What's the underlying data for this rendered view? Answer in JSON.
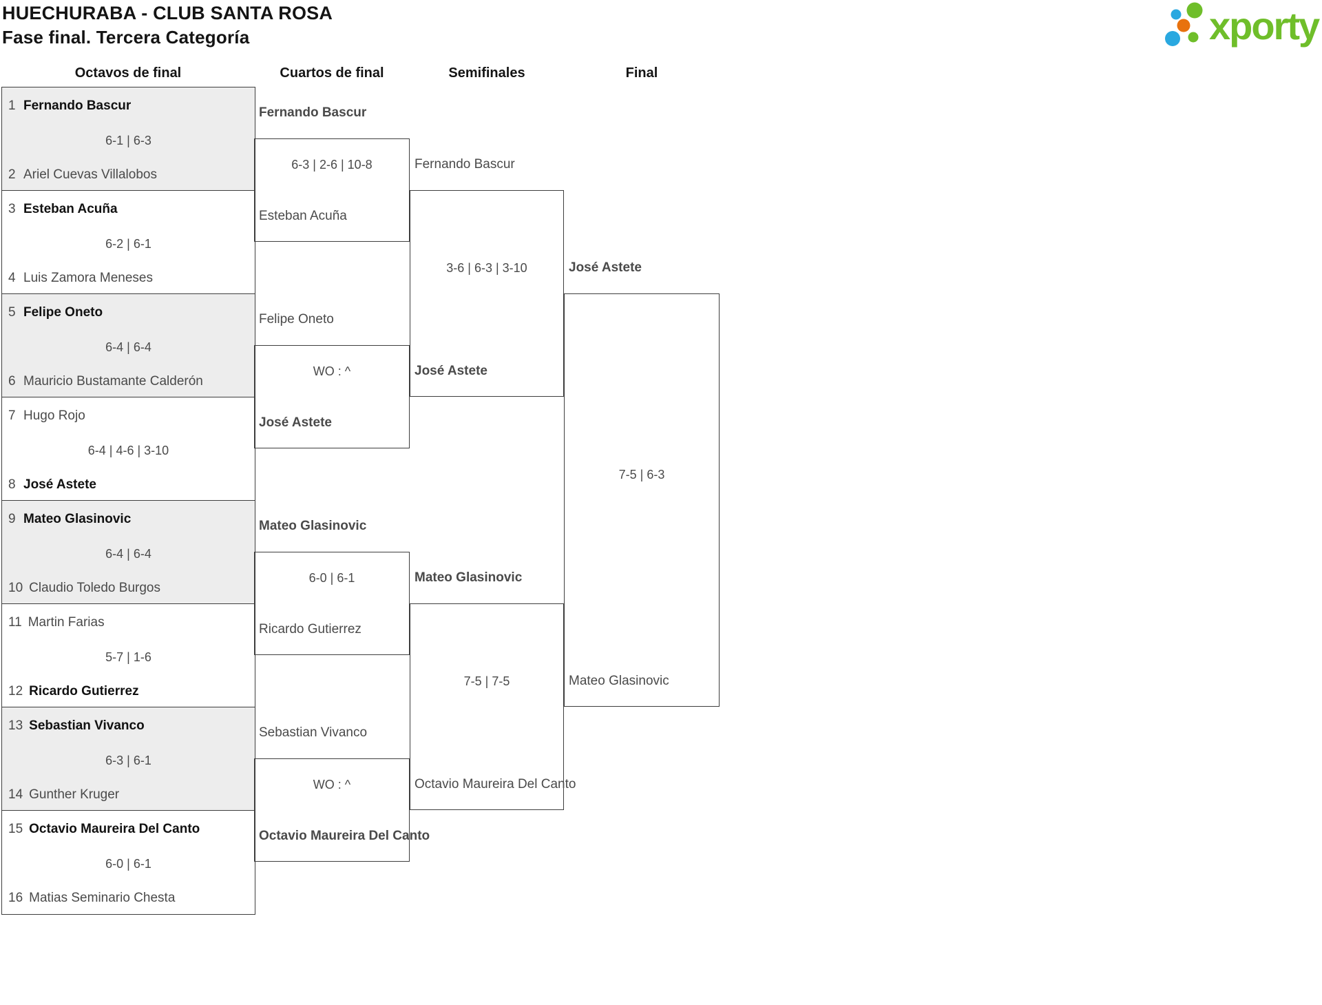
{
  "header": {
    "title": "HUECHURABA - CLUB SANTA ROSA",
    "subtitle": "Fase final. Tercera Categoría"
  },
  "logo": {
    "text": "xporty",
    "colors": {
      "green": "#6fbe2a",
      "blue": "#29a8e0",
      "orange": "#e8720e"
    }
  },
  "rounds": {
    "r16_label": "Octavos de final",
    "qf_label": "Cuartos de final",
    "sf_label": "Semifinales",
    "final_label": "Final"
  },
  "bracket": {
    "r16": [
      {
        "score": "6-1 | 6-3",
        "p1": {
          "seed": "1",
          "name": "Fernando Bascur",
          "winner": true
        },
        "p2": {
          "seed": "2",
          "name": "Ariel Cuevas Villalobos",
          "winner": false
        }
      },
      {
        "score": "6-2 | 6-1",
        "p1": {
          "seed": "3",
          "name": "Esteban Acuña",
          "winner": true
        },
        "p2": {
          "seed": "4",
          "name": "Luis Zamora Meneses",
          "winner": false
        }
      },
      {
        "score": "6-4 | 6-4",
        "p1": {
          "seed": "5",
          "name": "Felipe Oneto",
          "winner": true
        },
        "p2": {
          "seed": "6",
          "name": "Mauricio Bustamante Calderón",
          "winner": false
        }
      },
      {
        "score": "6-4 | 4-6 | 3-10",
        "p1": {
          "seed": "7",
          "name": "Hugo Rojo",
          "winner": false
        },
        "p2": {
          "seed": "8",
          "name": "José Astete",
          "winner": true
        }
      },
      {
        "score": "6-4 | 6-4",
        "p1": {
          "seed": "9",
          "name": "Mateo Glasinovic",
          "winner": true
        },
        "p2": {
          "seed": "10",
          "name": "Claudio Toledo Burgos",
          "winner": false
        }
      },
      {
        "score": "5-7 | 1-6",
        "p1": {
          "seed": "11",
          "name": "Martin Farias",
          "winner": false
        },
        "p2": {
          "seed": "12",
          "name": "Ricardo Gutierrez",
          "winner": true
        }
      },
      {
        "score": "6-3 | 6-1",
        "p1": {
          "seed": "13",
          "name": "Sebastian Vivanco",
          "winner": true
        },
        "p2": {
          "seed": "14",
          "name": "Gunther Kruger",
          "winner": false
        }
      },
      {
        "score": "6-0 | 6-1",
        "p1": {
          "seed": "15",
          "name": "Octavio Maureira Del Canto",
          "winner": true
        },
        "p2": {
          "seed": "16",
          "name": "Matias Seminario Chesta",
          "winner": false
        }
      }
    ],
    "qf": [
      {
        "score": "6-3 | 2-6 | 10-8",
        "p1": {
          "name": "Fernando Bascur",
          "winner": true
        },
        "p2": {
          "name": "Esteban Acuña",
          "winner": false
        }
      },
      {
        "score": "WO : ^",
        "p1": {
          "name": "Felipe Oneto",
          "winner": false
        },
        "p2": {
          "name": "José Astete",
          "winner": true
        }
      },
      {
        "score": "6-0 | 6-1",
        "p1": {
          "name": "Mateo Glasinovic",
          "winner": true
        },
        "p2": {
          "name": "Ricardo Gutierrez",
          "winner": false
        }
      },
      {
        "score": "WO : ^",
        "p1": {
          "name": "Sebastian Vivanco",
          "winner": false
        },
        "p2": {
          "name": "Octavio Maureira Del Canto",
          "winner": true
        }
      }
    ],
    "sf": [
      {
        "score": "3-6 | 6-3 | 3-10",
        "p1": {
          "name": "Fernando Bascur",
          "winner": false
        },
        "p2": {
          "name": "José Astete",
          "winner": true
        }
      },
      {
        "score": "7-5 | 7-5",
        "p1": {
          "name": "Mateo Glasinovic",
          "winner": true
        },
        "p2": {
          "name": "Octavio Maureira Del Canto",
          "winner": false
        }
      }
    ],
    "final": {
      "score": "7-5 | 6-3",
      "p1": {
        "name": "José Astete",
        "winner": true
      },
      "p2": {
        "name": "Mateo Glasinovic",
        "winner": false
      }
    }
  }
}
